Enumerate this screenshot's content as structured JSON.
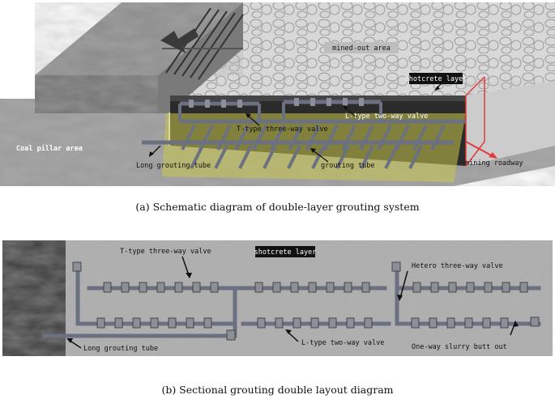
{
  "top_panel": {
    "labels": {
      "mined_out_area": "mined-out area",
      "shotcrete_layer": "shotcrete layer",
      "l_type_valve": "L-type two-way valve",
      "t_type_valve": "T-type three-way valve",
      "coal_pillar_area": "Coal pillar area",
      "long_grouting_tube": "Long grouting tube",
      "grouting_tube": "grouting tube",
      "mining_roadway": "mining roadway"
    },
    "caption": "(a) Schematic diagram of double-layer grouting system"
  },
  "bottom_panel": {
    "labels": {
      "t_type_valve": "T-type three-way valve",
      "shotcrete_layer": "shotcrete layer",
      "hetero_valve": "Hetero three-way valve",
      "long_grouting_tube": "Long grouting tube",
      "l_type_valve": "L-type two-way valve",
      "one_way_butt": "One-way slurry butt out"
    },
    "caption": "(b) Sectional grouting double layout diagram"
  },
  "colors": {
    "pipe": "#6b7180",
    "valve": "#8a8f98",
    "grout_zone": "#c9c64a",
    "highlight": "#e23a3a"
  }
}
